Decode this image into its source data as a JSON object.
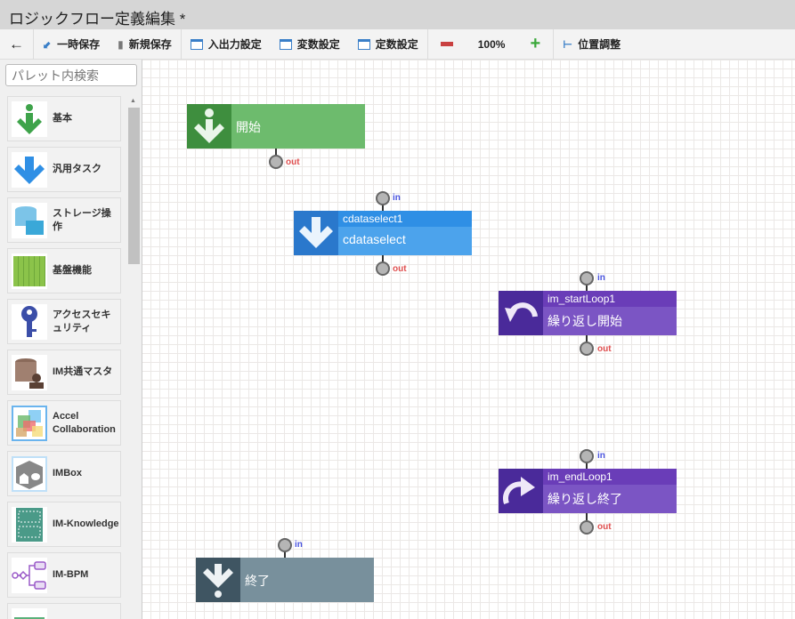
{
  "title": "ロジックフロー定義編集 *",
  "toolbar": {
    "back": "←",
    "temp_save": "一時保存",
    "new_save": "新規保存",
    "io_settings": "入出力設定",
    "var_settings": "変数設定",
    "const_settings": "定数設定",
    "zoom": "100%",
    "layout": "位置調整"
  },
  "sidebar": {
    "search_placeholder": "パレット内検索",
    "items": [
      {
        "label": "基本"
      },
      {
        "label": "汎用タスク"
      },
      {
        "label": "ストレージ操作"
      },
      {
        "label": "基盤機能"
      },
      {
        "label": "アクセスセキュリティ"
      },
      {
        "label": "IM共通マスタ"
      },
      {
        "label": "Accel Collaboration"
      },
      {
        "label": "IMBox"
      },
      {
        "label": "IM-Knowledge"
      },
      {
        "label": "IM-BPM"
      }
    ]
  },
  "nodes": {
    "start": {
      "label": "開始"
    },
    "cdata": {
      "name": "cdataselect1",
      "label": "cdataselect"
    },
    "startloop": {
      "name": "im_startLoop1",
      "label": "繰り返し開始"
    },
    "endloop": {
      "name": "im_endLoop1",
      "label": "繰り返し終了"
    },
    "end": {
      "label": "終了"
    }
  },
  "ports": {
    "in": "in",
    "out": "out"
  }
}
